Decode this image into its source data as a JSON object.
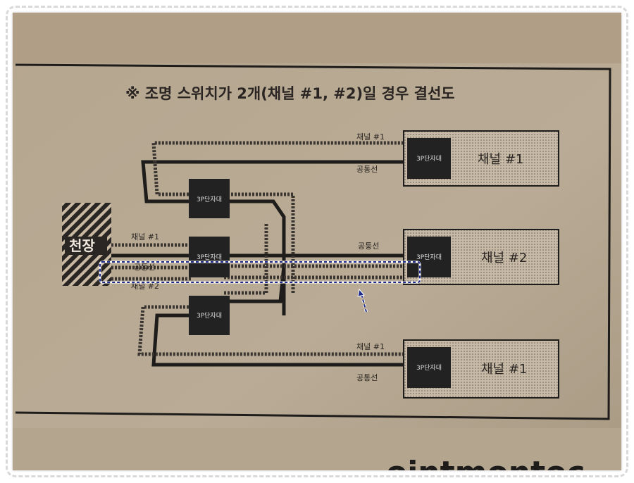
{
  "diagram": {
    "title": "※ 조명 스위치가 2개(채널 #1, #2)일 경우 결선도",
    "ceiling_label": "천장",
    "terminal_label": "3P단자대",
    "wire_labels": {
      "channel1": "채널 #1",
      "common": "공통선",
      "common_variant": "공퉁선"
    },
    "left_labels": {
      "channel1": "채널 #1",
      "common": "공통선",
      "channel2": "채널 #2"
    },
    "boxes": [
      {
        "label": "채널 #1"
      },
      {
        "label": "채널 #2"
      },
      {
        "label": "채널 #1"
      }
    ]
  },
  "colors": {
    "paper": "#b7a891",
    "ink": "#1f1d1b",
    "highlight": "#1d2a8a"
  },
  "bottom_text": "ointmontoc"
}
